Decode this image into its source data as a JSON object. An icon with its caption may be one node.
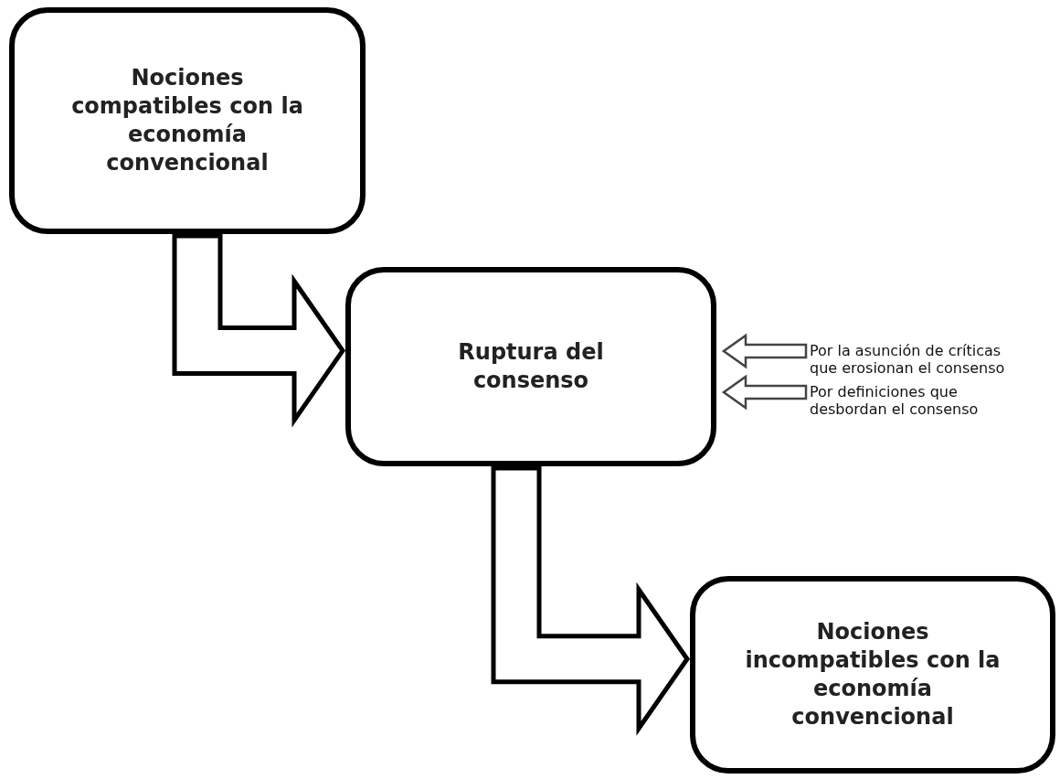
{
  "diagram": {
    "nodes": [
      {
        "text": [
          "Nociones compatibles con la economía convencional"
        ]
      },
      {
        "text": [
          "Ruptura del consenso"
        ]
      },
      {
        "text": [
          "Nociones incompatibles con la economía convencional"
        ]
      },
      {
        "text": [
          "Por la asunción de críticas que erosionan el consenso"
        ]
      },
      {
        "text": [
          "Por definiciones que desbordan el consenso"
        ]
      }
    ],
    "edges": [
      {
        "from": 0,
        "to": 1,
        "arrow": "to",
        "style": "thick"
      },
      {
        "from": 1,
        "to": 2,
        "arrow": "to",
        "style": "thick"
      },
      {
        "from": 3,
        "to": 1,
        "arrow": "to"
      },
      {
        "from": 4,
        "to": 1,
        "arrow": "to"
      }
    ]
  }
}
